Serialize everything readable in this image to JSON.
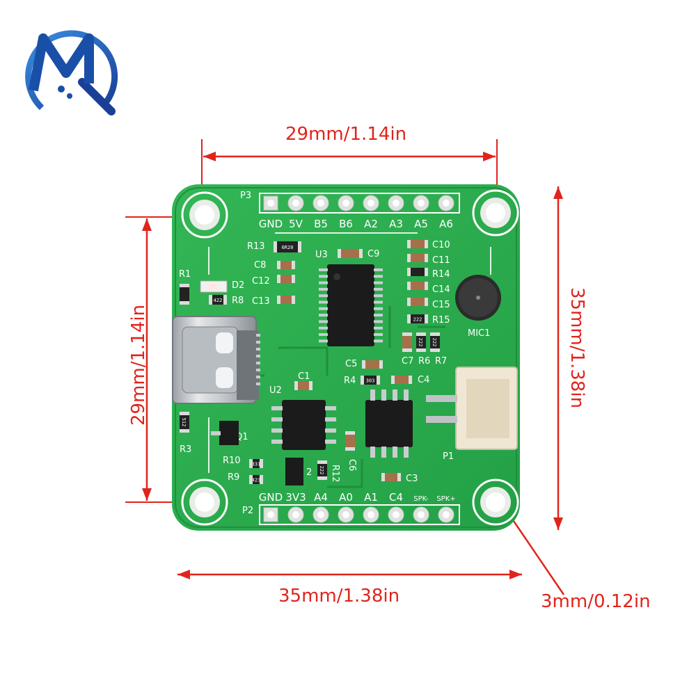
{
  "logo": {
    "name": "mq-logo-icon"
  },
  "dimensions": {
    "top_width": "29mm/1.14in",
    "bottom_width": "35mm/1.38in",
    "left_height": "29mm/1.14in",
    "right_height": "35mm/1.38in",
    "hole": "3mm/0.12in"
  },
  "board": {
    "header_top": {
      "label": "P3",
      "pins": [
        "GND",
        "5V",
        "B5",
        "B6",
        "A2",
        "A3",
        "A5",
        "A6"
      ]
    },
    "header_bottom": {
      "label": "P2",
      "pins": [
        "GND",
        "3V3",
        "A4",
        "A0",
        "A1",
        "C4",
        "SPK-",
        "SPK+"
      ]
    },
    "components": {
      "u3": "U3",
      "u2": "U2",
      "mic": "MIC1",
      "p1": "P1",
      "r1": "R1",
      "r3": "R3",
      "r4": "R4",
      "r6": "R6",
      "r7": "R7",
      "r8": "R8",
      "r9": "R9",
      "r10": "R10",
      "r12": "R12",
      "r13": "R13",
      "r14": "R14",
      "r15": "R15",
      "c1": "C1",
      "c3": "C3",
      "c4": "C4",
      "c5": "C5",
      "c6": "C6",
      "c7": "C7",
      "c8": "C8",
      "c9": "C9",
      "c10": "C10",
      "c11": "C11",
      "c12": "C12",
      "c13": "C13",
      "c14": "C14",
      "c15": "C15",
      "d2": "D2",
      "q1": "Q1",
      "q2": "2"
    },
    "chip_codes": {
      "r13": "6R20",
      "r8": "422",
      "r4": "303",
      "r3": "512",
      "r10": "331",
      "r9": "423",
      "r12": "222",
      "r15": "222",
      "r6": "222",
      "r7": "222"
    }
  },
  "colors": {
    "dimension": "#e0241c",
    "pcb": "#2aa84a",
    "pcb_dark": "#1f8f3c",
    "silkscreen": "#ffffff",
    "logo_blue": "#1a4fa8"
  }
}
